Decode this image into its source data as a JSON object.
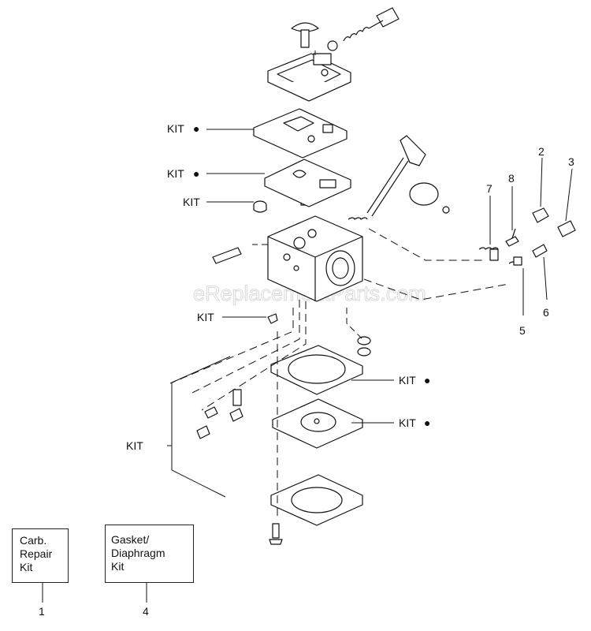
{
  "watermark": "eReplacementParts.com",
  "kit_label": "KIT",
  "kit_dot": "●",
  "part_numbers": {
    "n1": "1",
    "n2": "2",
    "n3": "3",
    "n4": "4",
    "n5": "5",
    "n6": "6",
    "n7": "7",
    "n8": "8"
  },
  "legend": {
    "carb_kit": {
      "lines": [
        "Carb.",
        "Repair",
        "Kit"
      ],
      "number": "1"
    },
    "gasket_kit": {
      "lines": [
        "Gasket/",
        "Diaphragm",
        "Kit"
      ],
      "number": "4"
    }
  }
}
